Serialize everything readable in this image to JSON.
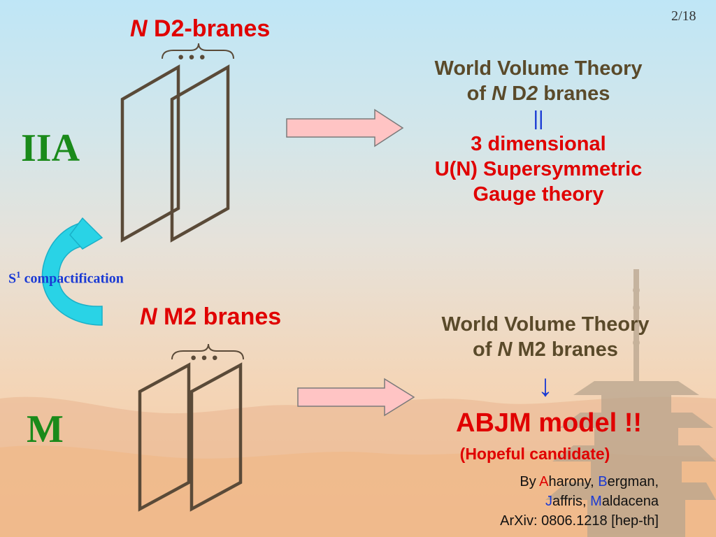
{
  "slide": {
    "page_number": "2/18",
    "top": {
      "title_n": "N",
      "title_rest": " D2-branes",
      "ellipsis": "···",
      "label": "IIA",
      "wv_line1": "World Volume Theory",
      "wv_line2_prefix": "of ",
      "wv_line2_n": "N",
      "wv_line2_d": " D",
      "wv_line2_two": "2",
      "wv_line2_suffix": " branes",
      "equals": "||",
      "result_line1": "3 dimensional",
      "result_line2": "U(N) Supersymmetric",
      "result_line3": "Gauge theory"
    },
    "compactification_label_s": "S",
    "compactification_label_sup": "1",
    "compactification_label_rest": " compactification",
    "bottom": {
      "title_n": "N",
      "title_rest": " M2 branes",
      "ellipsis": "···",
      "label": "M",
      "wv_line1": "World Volume Theory",
      "wv_line2_prefix": "of ",
      "wv_line2_n": "N",
      "wv_line2_suffix": " M2 branes",
      "down_arrow": "↓",
      "abjm": "ABJM model !!",
      "hopeful": "(Hopeful candidate)",
      "by": "By ",
      "a_initial": "A",
      "a_rest": "harony, ",
      "b_initial": "B",
      "b_rest": "ergman,",
      "j_initial": "J",
      "j_rest": "affris, ",
      "m_initial": "M",
      "m_rest": "aldacena",
      "arxiv": "ArXiv: 0806.1218 [hep-th]"
    }
  },
  "colors": {
    "red": "#e00000",
    "green_label": "#1a8a1a",
    "blue": "#1a3ad4",
    "brane_stroke": "#5a4a38",
    "arrow_fill": "#ffc4c4",
    "curved_arrow": "#29d3e6"
  }
}
